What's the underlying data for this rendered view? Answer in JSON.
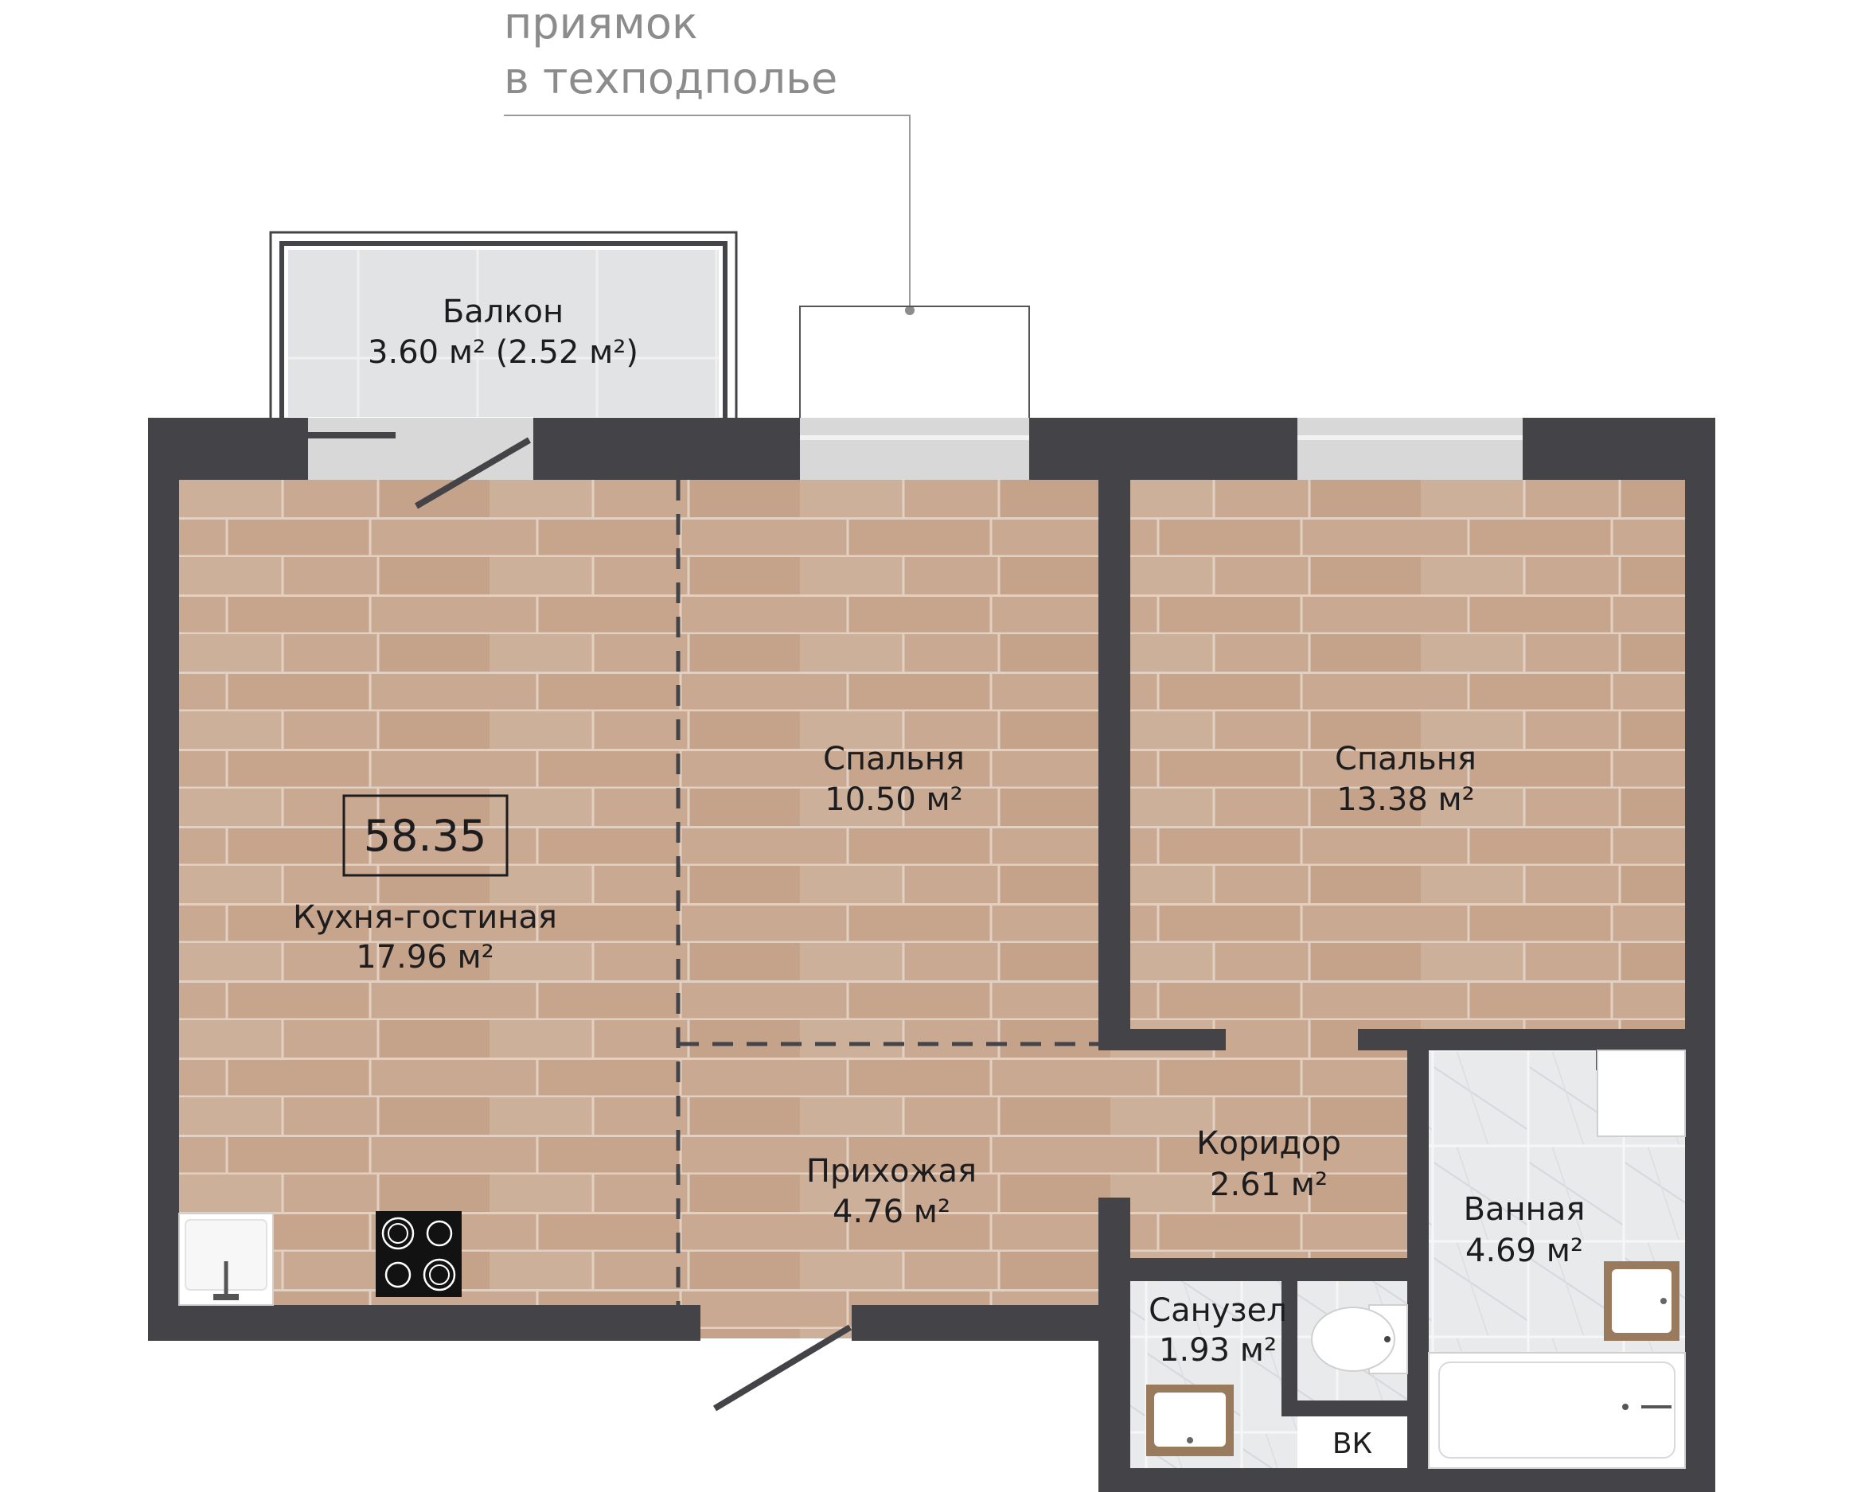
{
  "callout": {
    "line1": "приямок",
    "line2": "в техподполье"
  },
  "total_area": "58.35",
  "rooms": {
    "balcony": {
      "name": "Балкон",
      "area": "3.60 м² (2.52 м²)"
    },
    "kitchen": {
      "name": "Кухня-гостиная",
      "area": "17.96 м²"
    },
    "bedroom1": {
      "name": "Спальня",
      "area": "10.50 м²"
    },
    "bedroom2": {
      "name": "Спальня",
      "area": "13.38 м²"
    },
    "hall": {
      "name": "Прихожая",
      "area": "4.76 м²"
    },
    "corridor": {
      "name": "Коридор",
      "area": "2.61 м²"
    },
    "bathroom": {
      "name": "Ванная",
      "area": "4.69 м²"
    },
    "wc": {
      "name": "Санузел",
      "area": "1.93 м²"
    }
  },
  "shaft_label": "ВК",
  "icons": [
    "kitchen-sink-icon",
    "cooktop-icon",
    "toilet-icon",
    "washbasin-icon",
    "bathtub-icon",
    "door-swing-icon"
  ],
  "colors": {
    "wall": "#444347",
    "wood_floor": "#c9a991",
    "tile_floor": "#e8e9eb",
    "balcony_floor": "#e2e3e4",
    "window": "#d9d9d9",
    "text": "#1d1d1f",
    "callout_text": "#8c8c8c"
  }
}
